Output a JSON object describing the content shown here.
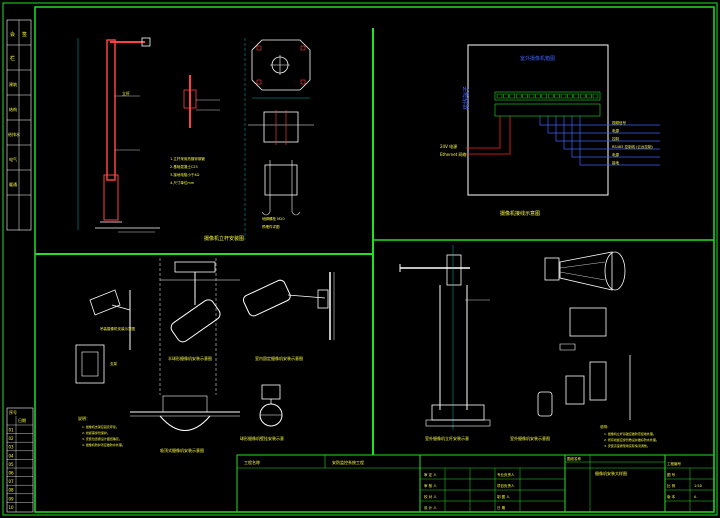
{
  "colors": {
    "background": "#000000",
    "frame": "#22e022",
    "line": "#ffffff",
    "label": "#ffff40",
    "dim": "#00e0e0",
    "red": "#ff2020",
    "pole": "#ff4040",
    "blue": "#4060ff",
    "title_text": "#ffff40"
  },
  "panels": {
    "pole_install": {
      "title": "摄像机立杆安装图"
    },
    "wiring": {
      "title": "摄像机接线示意图",
      "box_title": "室外摄像机箱图",
      "box_side_label": "接线端子",
      "left_labels": [
        "24V 电源",
        "Ethernet 网络"
      ],
      "right_labels": [
        "视频信号",
        "电源",
        "控制",
        "RS485 控制线 (云台控制)",
        "电源",
        "接地"
      ]
    },
    "wall_mount": {
      "caption_a": "半球形摄像机安装示意图",
      "caption_b": "室内固定摄像机安装示意图"
    },
    "bracket": {
      "caption": "吊装摄像机安装示意图"
    },
    "ceiling": {
      "caption": "吸顶式摄像机安装示意图"
    },
    "dome": {
      "caption": "球形摄像机壁挂安装示意"
    },
    "outdoor_pole": {
      "caption": "室外摄像机立杆安装示意"
    },
    "right_caption": "室外摄像机安装示意图",
    "right_notes_title": "说明：",
    "right_notes": [
      "1. 摄像机立杆基础应做防雷接地处理。",
      "2. 所有线缆应穿管敷设并做好防水处理。",
      "3. 安装高度按现场实际情况调整。"
    ],
    "left_notes_title": "说明：",
    "left_notes": [
      "1. 摄像机支架应固定牢靠。",
      "2. 线缆需穿管保护。",
      "3. 安装位置按设计图纸确定。",
      "4. 摄像机防护罩应做防水处理。"
    ]
  },
  "title_block": {
    "project_label": "工程名称",
    "project_value": "安防监控系统工程",
    "drawing_label": "图纸名称",
    "drawing_value": "摄像机安装大样图",
    "rows": [
      "审 定 人",
      "审 核 人",
      "校 对 人",
      "设 计 人"
    ],
    "rows2": [
      "专业负责人",
      "项目负责人",
      "制 图 人",
      "日   期"
    ],
    "right_labels": [
      "工程编号",
      "图  号",
      "比  例",
      "版  本"
    ],
    "right_values": [
      "",
      "",
      "1:50",
      "A"
    ]
  },
  "revision_table": {
    "header": [
      "序号",
      "日期"
    ],
    "rows": [
      "01",
      "02",
      "03",
      "04",
      "05",
      "06",
      "07",
      "08",
      "09",
      "10"
    ]
  },
  "left_strip": {
    "items": [
      "会",
      "签",
      "栏",
      "建筑",
      "结构",
      "给排水",
      "电气",
      "暖通"
    ]
  }
}
